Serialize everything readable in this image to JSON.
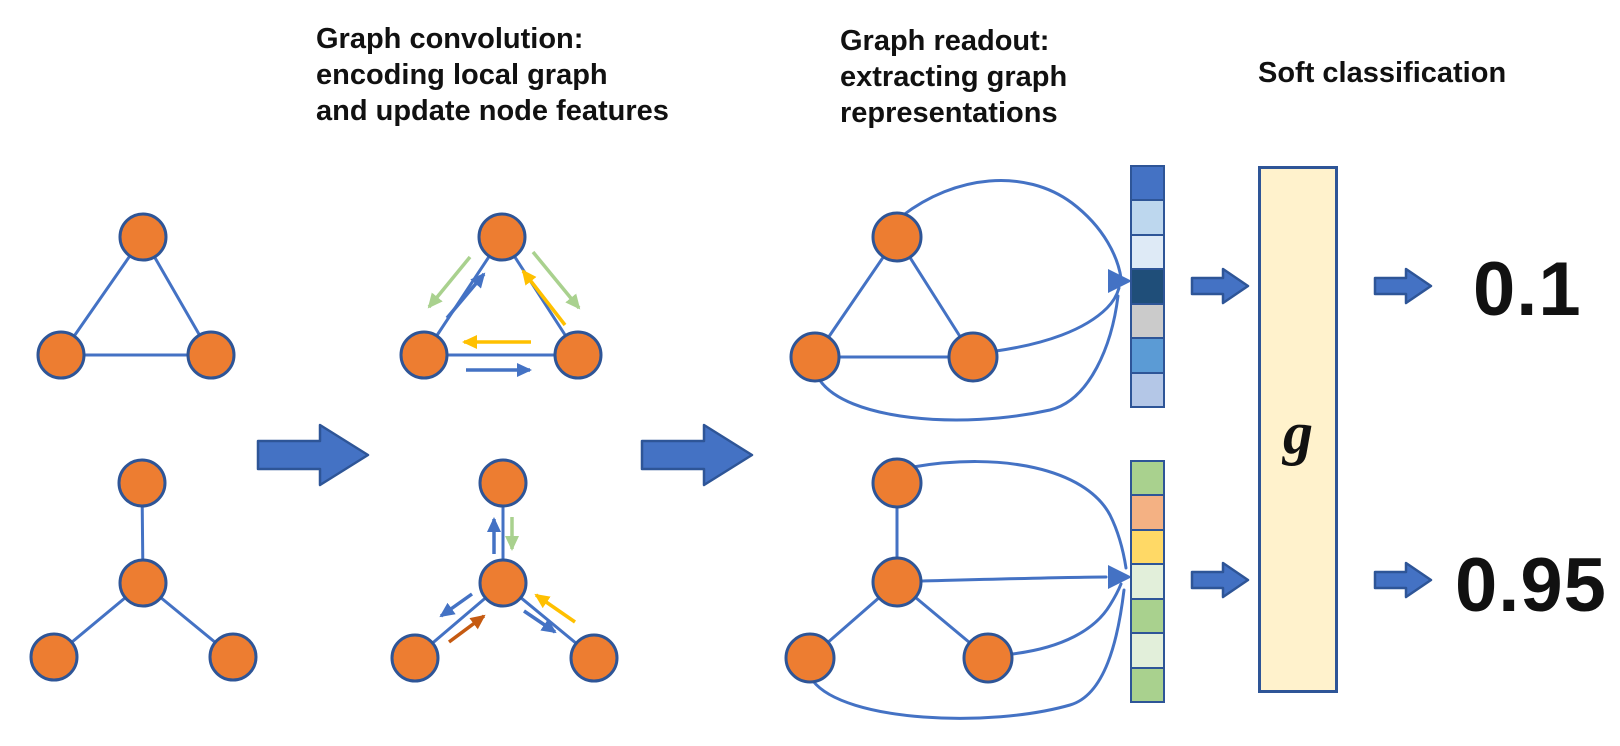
{
  "labels": {
    "graph_convolution": "Graph convolution:\nencoding local graph\nand update node features",
    "graph_readout": "Graph readout:\nextracting graph\nrepresentations",
    "soft_classification": "Soft classification",
    "readout_function": "g"
  },
  "outputs": {
    "graph1_score": "0.1",
    "graph2_score": "0.95"
  },
  "graphs": {
    "graph1": {
      "shape": "triangle",
      "node_count": 3,
      "edges": [
        [
          0,
          1
        ],
        [
          0,
          2
        ],
        [
          1,
          2
        ]
      ]
    },
    "graph2": {
      "shape": "star",
      "node_count": 4,
      "edges": [
        [
          0,
          1
        ],
        [
          1,
          2
        ],
        [
          1,
          3
        ]
      ]
    }
  },
  "vectors": {
    "graph1_representation": [
      "#4472C4",
      "#BDD7EE",
      "#DEEAF6",
      "#1F4E79",
      "#CBCBCB",
      "#5B9BD5",
      "#B4C7E7"
    ],
    "graph2_representation": [
      "#A9D18E",
      "#F4B183",
      "#FFD966",
      "#E2EFDA",
      "#A9D18E",
      "#E2EFDA",
      "#A9D18E"
    ]
  },
  "colors": {
    "text": "#111111",
    "node_fill": "#ED7D31",
    "node_stroke": "#2E5597",
    "edge": "#4472C4",
    "arrow_blue": "#4472C4",
    "arrow_green": "#A9D18E",
    "arrow_yellow": "#FFC000",
    "arrow_dark_orange": "#C55A11",
    "block_arrow_fill": "#4472C4",
    "block_arrow_stroke": "#2E5597",
    "g_box_fill": "#FFF2CC",
    "g_box_stroke": "#2E5597",
    "vector_border": "#2E5597"
  }
}
